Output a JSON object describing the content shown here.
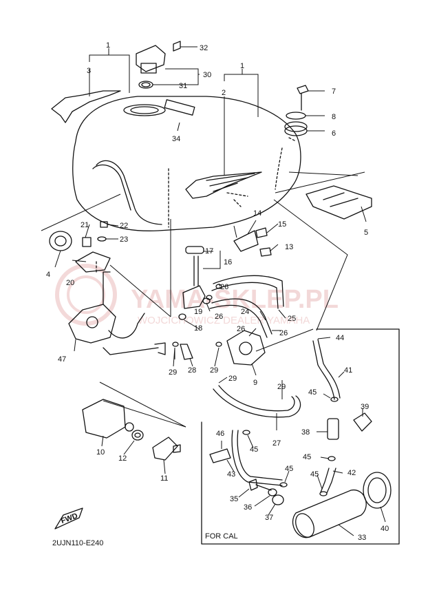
{
  "watermark": {
    "brand": "YAMA-SKLEP.PL",
    "tagline": "WOJCICHOWICZ DEALER YAMAHA"
  },
  "diagram": {
    "code": "2UJN110-E240",
    "region_box_label": "FOR CAL",
    "fwd_label": "FWD",
    "parts": [
      {
        "id": "p1a",
        "label": "1"
      },
      {
        "id": "p1b",
        "label": "1"
      },
      {
        "id": "p2",
        "label": "2"
      },
      {
        "id": "p3",
        "label": "3"
      },
      {
        "id": "p4",
        "label": "4"
      },
      {
        "id": "p5",
        "label": "5"
      },
      {
        "id": "p6",
        "label": "6"
      },
      {
        "id": "p7",
        "label": "7"
      },
      {
        "id": "p8",
        "label": "8"
      },
      {
        "id": "p9",
        "label": "9"
      },
      {
        "id": "p10",
        "label": "10"
      },
      {
        "id": "p11",
        "label": "11"
      },
      {
        "id": "p12",
        "label": "12"
      },
      {
        "id": "p13",
        "label": "13"
      },
      {
        "id": "p14",
        "label": "14"
      },
      {
        "id": "p15",
        "label": "15"
      },
      {
        "id": "p16",
        "label": "16"
      },
      {
        "id": "p17",
        "label": "17"
      },
      {
        "id": "p18",
        "label": "18"
      },
      {
        "id": "p19",
        "label": "19"
      },
      {
        "id": "p20",
        "label": "20"
      },
      {
        "id": "p21",
        "label": "21"
      },
      {
        "id": "p22",
        "label": "22"
      },
      {
        "id": "p23",
        "label": "23"
      },
      {
        "id": "p24",
        "label": "24"
      },
      {
        "id": "p25",
        "label": "25"
      },
      {
        "id": "p26a",
        "label": "26"
      },
      {
        "id": "p26b",
        "label": "26"
      },
      {
        "id": "p26c",
        "label": "26"
      },
      {
        "id": "p26d",
        "label": "26"
      },
      {
        "id": "p27",
        "label": "27"
      },
      {
        "id": "p28",
        "label": "28"
      },
      {
        "id": "p29a",
        "label": "29"
      },
      {
        "id": "p29b",
        "label": "29"
      },
      {
        "id": "p29c",
        "label": "29"
      },
      {
        "id": "p29d",
        "label": "29"
      },
      {
        "id": "p30",
        "label": "30"
      },
      {
        "id": "p31",
        "label": "31"
      },
      {
        "id": "p32",
        "label": "32"
      },
      {
        "id": "p33",
        "label": "33"
      },
      {
        "id": "p34",
        "label": "34"
      },
      {
        "id": "p35",
        "label": "35"
      },
      {
        "id": "p36",
        "label": "36"
      },
      {
        "id": "p37",
        "label": "37"
      },
      {
        "id": "p38",
        "label": "38"
      },
      {
        "id": "p39",
        "label": "39"
      },
      {
        "id": "p40",
        "label": "40"
      },
      {
        "id": "p41",
        "label": "41"
      },
      {
        "id": "p42",
        "label": "42"
      },
      {
        "id": "p43",
        "label": "43"
      },
      {
        "id": "p44",
        "label": "44"
      },
      {
        "id": "p45a",
        "label": "45"
      },
      {
        "id": "p45b",
        "label": "45"
      },
      {
        "id": "p45c",
        "label": "45"
      },
      {
        "id": "p45d",
        "label": "45"
      },
      {
        "id": "p45e",
        "label": "45"
      },
      {
        "id": "p46",
        "label": "46"
      },
      {
        "id": "p47",
        "label": "47"
      }
    ]
  }
}
